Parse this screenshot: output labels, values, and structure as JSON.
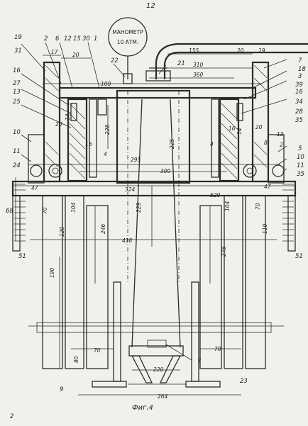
{
  "page_number": "12",
  "gauge": {
    "line1": "МАНОМЕТР",
    "line2": "10 АТМ."
  },
  "caption": "Фиг.4",
  "corner_mark": "2",
  "labels": {
    "l19": "19",
    "l31": "31",
    "l2": "2",
    "l6": "6",
    "l12": "12",
    "l15": "15",
    "l30": "30",
    "l1": "1",
    "l16L": "16",
    "l27": "27",
    "l13L": "13",
    "l25": "25",
    "l10L": "10",
    "l11L": "11",
    "l24": "24",
    "l68": "68",
    "l51L": "51",
    "l7R": "7",
    "l18R": "18",
    "l3R": "3",
    "l39": "39",
    "l16R": "16",
    "l34": "34",
    "l28": "28",
    "l35R": "35",
    "l5R": "5",
    "l10R": "10",
    "l11R": "11",
    "l35b": "35",
    "l51R": "51",
    "l9": "9",
    "l23": "23",
    "l7b": "7",
    "l22": "22",
    "l21": "21"
  },
  "dimensions": {
    "d17": "17",
    "d20L": "20",
    "d155": "155",
    "d20R": "20",
    "d19R": "19",
    "d310": "310",
    "d360": "360",
    "d100": "100",
    "d228": "228",
    "d225": "225",
    "d295": "295",
    "d300": "300",
    "d324": "324",
    "d520": "520",
    "d47L": "47",
    "d47R": "47",
    "d70L": "70",
    "d104L": "104",
    "d120": "120",
    "d246": "246",
    "d229": "229",
    "d418": "418",
    "d104R": "104",
    "d70R": "70",
    "d110": "110",
    "d278": "278",
    "d190": "190",
    "d80": "80",
    "d70b": "70",
    "d70c": "70",
    "d220": "220",
    "d264": "264",
    "d14L": "14",
    "d16L": "16",
    "d4L": "4",
    "d14R": "14",
    "d16R": "16",
    "d4R": "4",
    "d13R": "13",
    "d2R": "2",
    "d20a": "20",
    "d20b": "20",
    "d8": "8"
  }
}
